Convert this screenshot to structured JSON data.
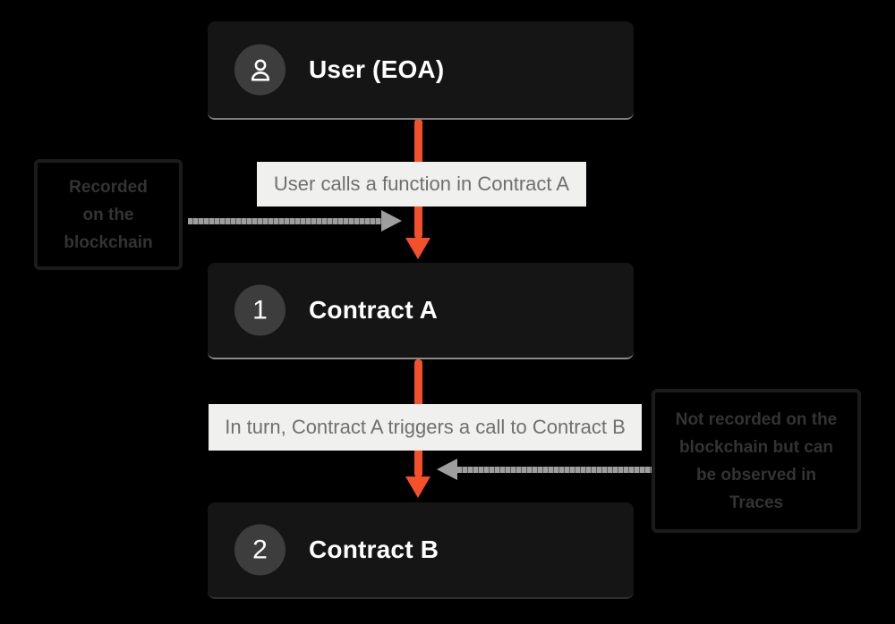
{
  "nodes": [
    {
      "id": "user",
      "label": "User (EOA)",
      "badge_icon": "person-icon"
    },
    {
      "id": "contract-a",
      "label": "Contract A",
      "badge": "1"
    },
    {
      "id": "contract-b",
      "label": "Contract B",
      "badge": "2"
    }
  ],
  "edge_labels": {
    "step1": "User calls a function in Contract A",
    "step2": "In turn, Contract A triggers a call to Contract B"
  },
  "annotations": {
    "left": {
      "lines": [
        "Recorded",
        "on the",
        "blockchain"
      ]
    },
    "right": {
      "lines": [
        "Not recorded on the",
        "blockchain but can",
        "be observed in",
        "Traces"
      ]
    }
  },
  "colors": {
    "background": "#000000",
    "node_bg": "#151515",
    "badge_bg": "#3d3d3d",
    "accent_orange": "#f4512b",
    "arrow_gray": "#9e9e9e",
    "chip_bg": "#f0f0ee",
    "chip_text": "#707070",
    "annotation_text": "#333333"
  }
}
